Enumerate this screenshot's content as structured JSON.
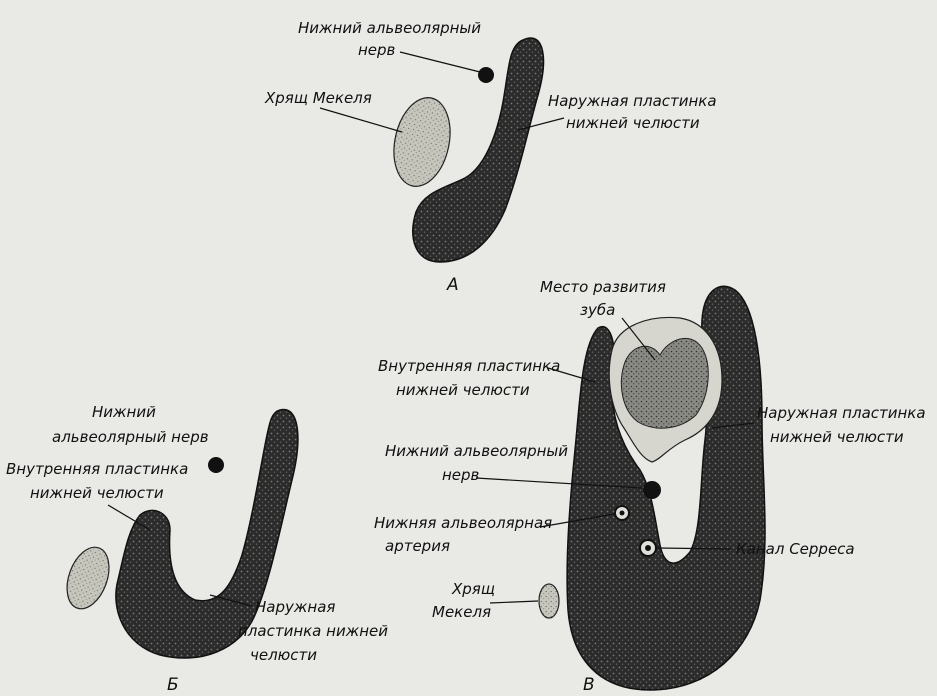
{
  "colors": {
    "background": "#e9e9e6",
    "bone": "#2a2a2a",
    "cartilage": "#bdbdb3",
    "ink": "#111111"
  },
  "panels": {
    "a": {
      "letter": "А",
      "nerve_label": [
        "Нижний альвеолярный",
        "нерв"
      ],
      "cartilage_label": "Хрящ Мекеля",
      "outer_plate_label": [
        "Наружная пластинка",
        "нижней челюсти"
      ]
    },
    "b": {
      "letter": "Б",
      "nerve_label": [
        "Нижний",
        "альвеолярный нерв"
      ],
      "inner_plate_label": [
        "Внутренняя пластинка",
        "нижней челюсти"
      ],
      "outer_plate_label": [
        "Наружная",
        "пластинка нижней",
        "челюсти"
      ]
    },
    "v": {
      "letter": "В",
      "tooth_label": [
        "Место развития",
        "зуба"
      ],
      "inner_plate_label": [
        "Внутренняя пластинка",
        "нижней челюсти"
      ],
      "outer_plate_label": [
        "Наружная пластинка",
        "нижней челюсти"
      ],
      "nerve_label": [
        "Нижний альвеолярный",
        "нерв"
      ],
      "artery_label": [
        "Нижняя альвеолярная",
        "артерия"
      ],
      "canal_label": "Канал Серреса",
      "cartilage_label": [
        "Хрящ",
        "Мекеля"
      ]
    }
  }
}
